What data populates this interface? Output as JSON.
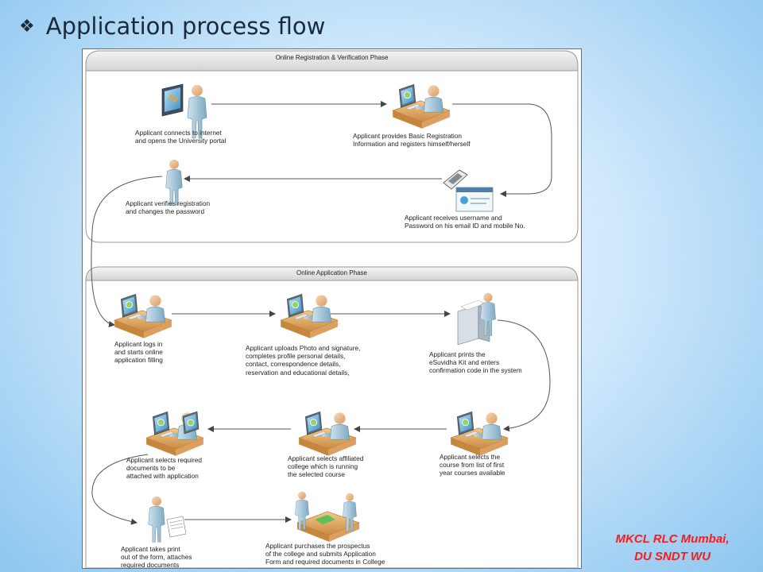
{
  "slide": {
    "title": "Application process flow",
    "credit_line1": "MKCL RLC Mumbai,",
    "credit_line2": "DU SNDT WU"
  },
  "phases": [
    {
      "label": "Online Registration & Verification Phase"
    },
    {
      "label": "Online Application Phase"
    }
  ],
  "steps": [
    {
      "icon": "person-at-screen-icon",
      "lines": [
        "Applicant connects to internet",
        "and opens the University portal"
      ]
    },
    {
      "icon": "person-at-computer-icon",
      "lines": [
        "Applicant provides Basic Registration",
        "Information and registers himself/herself"
      ]
    },
    {
      "icon": "mobile-email-icon",
      "lines": [
        "Applicant receives username and",
        "Password on his email ID and mobile No."
      ]
    },
    {
      "icon": "standing-person-icon",
      "lines": [
        "Applicant verifies registration",
        "and changes the password"
      ]
    },
    {
      "icon": "person-at-computer-icon",
      "lines": [
        "Applicant logs in",
        "and starts online",
        "application filling"
      ]
    },
    {
      "icon": "person-at-computer-icon",
      "lines": [
        "Applicant uploads Photo and signature,",
        "completes profile personal details,",
        "contact, correspondence details,",
        "reservation and educational details,"
      ]
    },
    {
      "icon": "person-at-printer-icon",
      "lines": [
        "Applicant prints the",
        "eSuvidha Kit and enters",
        "confirmation code in the system"
      ]
    },
    {
      "icon": "person-at-computer-icon",
      "lines": [
        "Applicant selects the",
        "course from list of first",
        "year courses available"
      ]
    },
    {
      "icon": "person-at-computer-icon",
      "lines": [
        "Applicant selects affiliated",
        "college which is running",
        "the selected course"
      ]
    },
    {
      "icon": "person-at-two-computers-icon",
      "lines": [
        "Applicant selects required",
        "documents to be",
        "attached with application"
      ]
    },
    {
      "icon": "person-with-printout-icon",
      "lines": [
        "Applicant takes print",
        "out of the form, attaches",
        "required documents"
      ]
    },
    {
      "icon": "handover-desk-icon",
      "lines": [
        "Applicant purchases the prospectus",
        "of the college and submits Application",
        "Form and required documents in College"
      ]
    }
  ]
}
